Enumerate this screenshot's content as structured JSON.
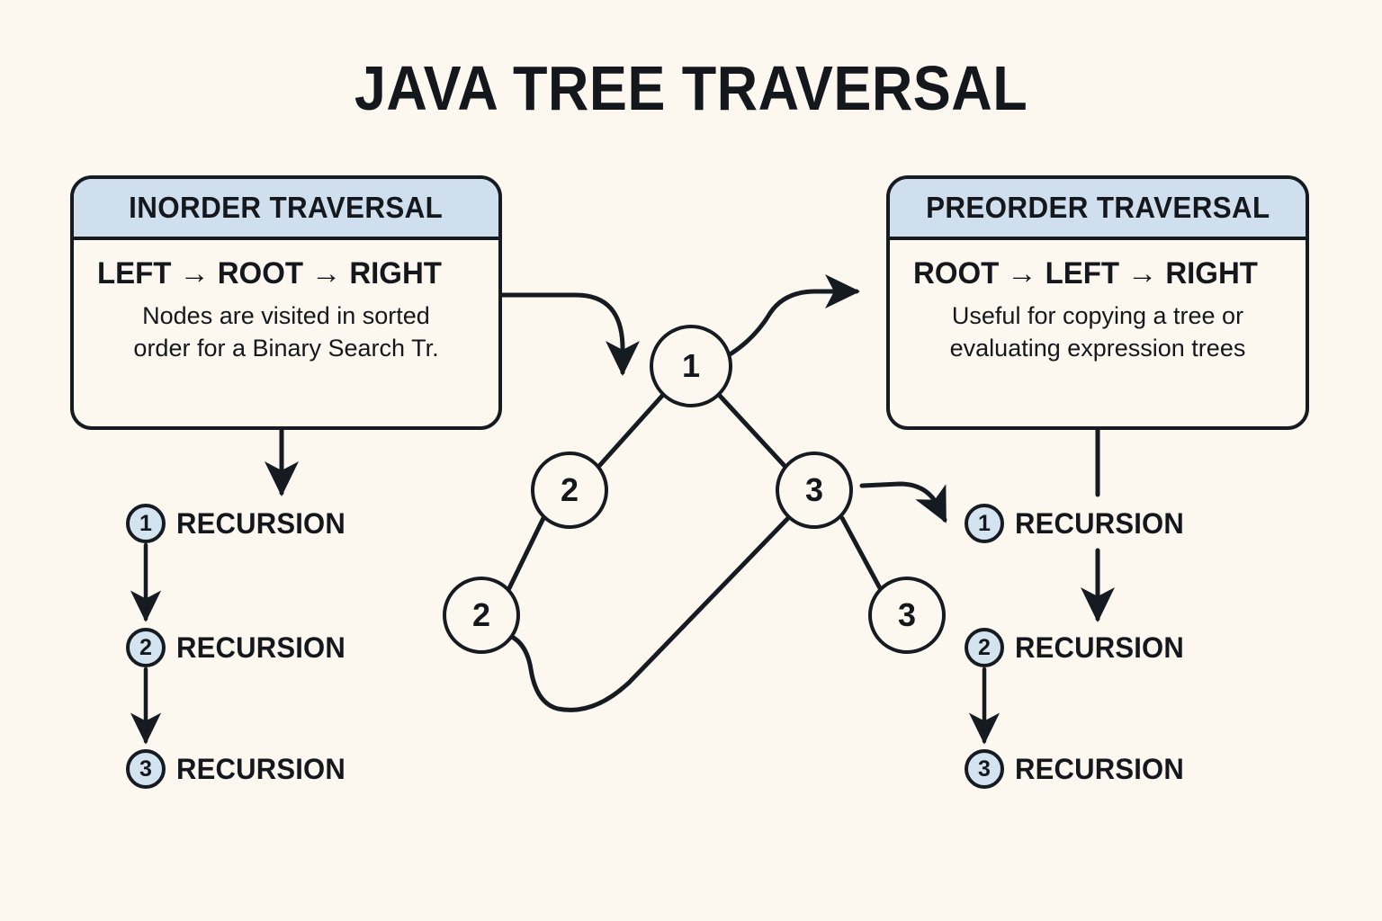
{
  "page": {
    "title": "JAVA TREE TRAVERSAL",
    "background_color": "#fcf8f0",
    "ink_color": "#161b21",
    "accent_color": "#cfdfed",
    "badge_color": "#d3e3f0"
  },
  "cards": [
    {
      "id": "inorder",
      "header": "INORDER TRAVERSAL",
      "order": "LEFT → ROOT → RIGHT",
      "description_line1": "Nodes are visited in sorted",
      "description_line2": "order for a Binary Search Tr."
    },
    {
      "id": "preorder",
      "header": "PREORDER TRAVERSAL",
      "order": "ROOT → LEFT → RIGHT",
      "description_line1": "Useful for copying a tree or",
      "description_line2": "evaluating expression trees"
    }
  ],
  "recursion_left": {
    "items": [
      {
        "number": "1",
        "label": "RECURSION"
      },
      {
        "number": "2",
        "label": "RECURSION"
      },
      {
        "number": "3",
        "label": "RECURSION"
      }
    ]
  },
  "recursion_right": {
    "items": [
      {
        "number": "1",
        "label": "RECURSION"
      },
      {
        "number": "2",
        "label": "RECURSION"
      },
      {
        "number": "3",
        "label": "RECURSION"
      }
    ]
  },
  "tree": {
    "nodes": [
      {
        "id": "root",
        "value": "1"
      },
      {
        "id": "left-child",
        "value": "2"
      },
      {
        "id": "right-child",
        "value": "3"
      },
      {
        "id": "left-leaf",
        "value": "2"
      },
      {
        "id": "right-leaf",
        "value": "3"
      }
    ]
  }
}
